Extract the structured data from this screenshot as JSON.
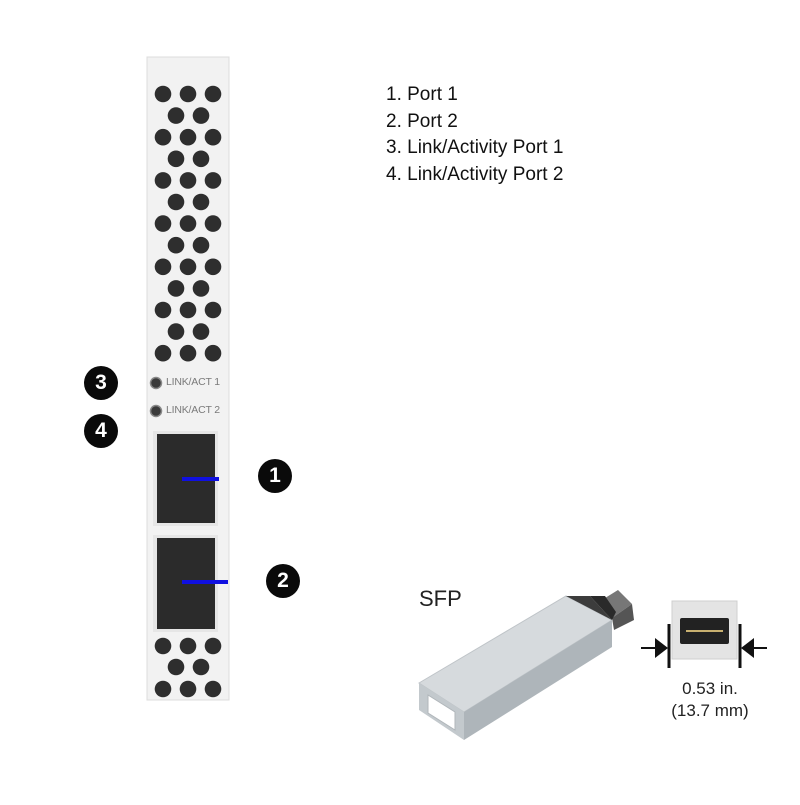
{
  "legend": {
    "items": [
      "1. Port 1",
      "2. Port 2",
      "3. Link/Activity Port 1",
      "4. Link/Activity Port 2"
    ]
  },
  "panel": {
    "led_labels": [
      "LINK/ACT 1",
      "LINK/ACT 2"
    ],
    "callouts": [
      "1",
      "2",
      "3",
      "4"
    ]
  },
  "sfp": {
    "title": "SFP",
    "width_in": "0.53 in.",
    "width_mm": "(13.7 mm)"
  },
  "colors": {
    "callout_bg": "#0a0a0a",
    "port_marker": "#1010e0",
    "panel_bg": "#f2f2f2",
    "vent_hole": "#2e2e2e",
    "sfp_body": "#d6dadd"
  }
}
